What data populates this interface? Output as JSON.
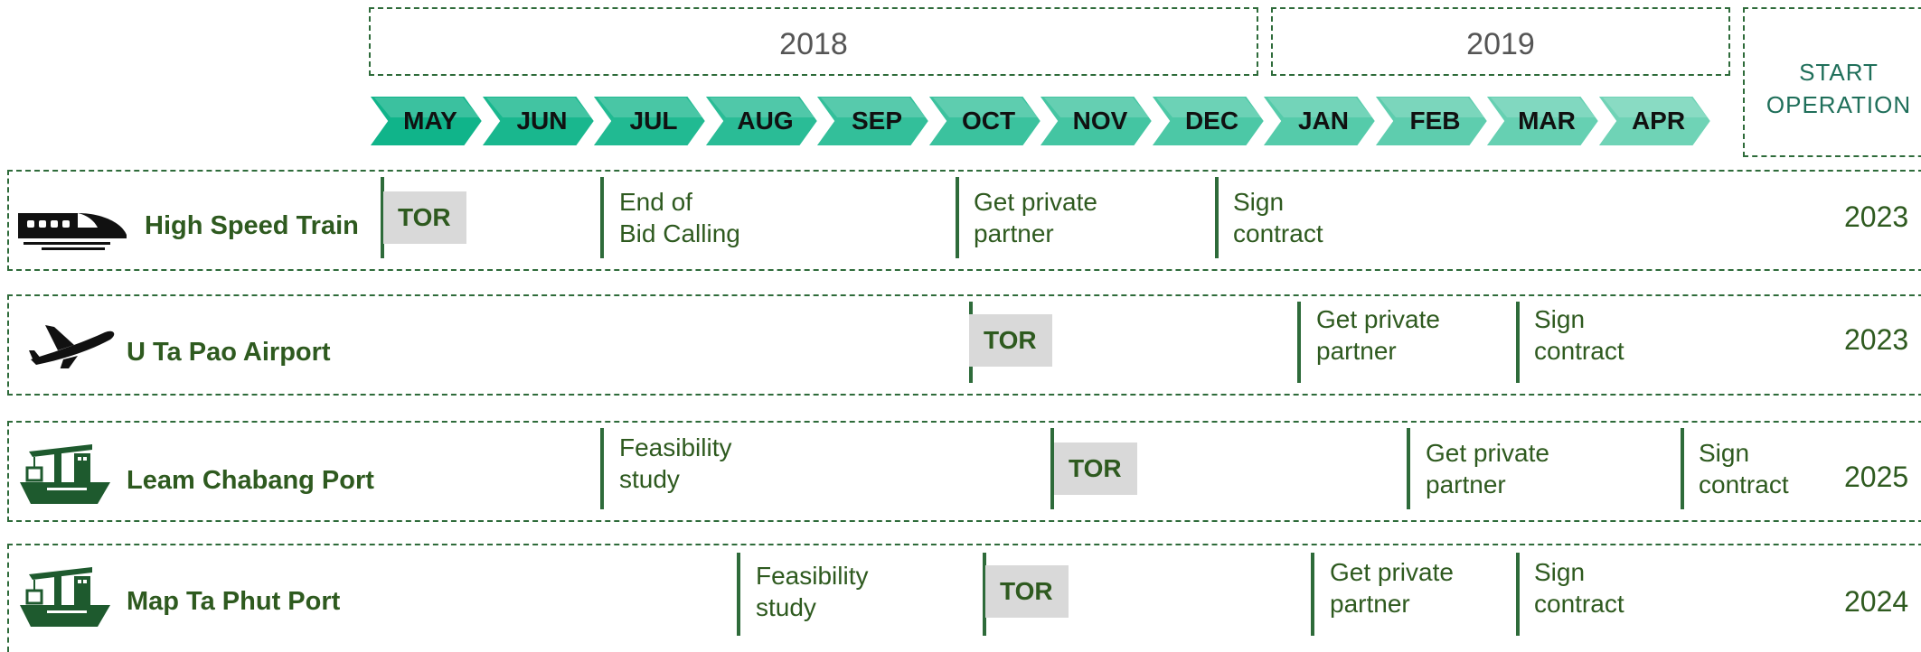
{
  "timeline": {
    "years": [
      "2018",
      "2019"
    ],
    "months": [
      "MAY",
      "JUN",
      "JUL",
      "AUG",
      "SEP",
      "OCT",
      "NOV",
      "DEC",
      "JAN",
      "FEB",
      "MAR",
      "APR"
    ],
    "start_operation": "START\nOPERATION"
  },
  "colors": {
    "accent_green": "#2e6b3a",
    "chevron_dark": "#10b48a",
    "chevron_light": "#6fd3b6",
    "tor_bg": "#d9d9d9"
  },
  "projects": [
    {
      "label": "High Speed Train",
      "icon": "train-icon",
      "start_year": "2023",
      "tor": "TOR",
      "events": [
        "End of\nBid Calling",
        "Get private\npartner",
        "Sign\ncontract"
      ]
    },
    {
      "label": "U Ta Pao Airport",
      "icon": "airplane-icon",
      "start_year": "2023",
      "tor": "TOR",
      "events": [
        "Get private\npartner",
        "Sign\ncontract"
      ]
    },
    {
      "label": "Leam Chabang Port",
      "icon": "cargo-ship-icon",
      "start_year": "2025",
      "tor": "TOR",
      "events": [
        "Feasibility\nstudy",
        "Get private\npartner",
        "Sign\ncontract"
      ]
    },
    {
      "label": "Map Ta Phut Port",
      "icon": "cargo-ship-icon",
      "start_year": "2024",
      "tor": "TOR",
      "events": [
        "Feasibility\nstudy",
        "Get private\npartner",
        "Sign\ncontract"
      ]
    }
  ]
}
